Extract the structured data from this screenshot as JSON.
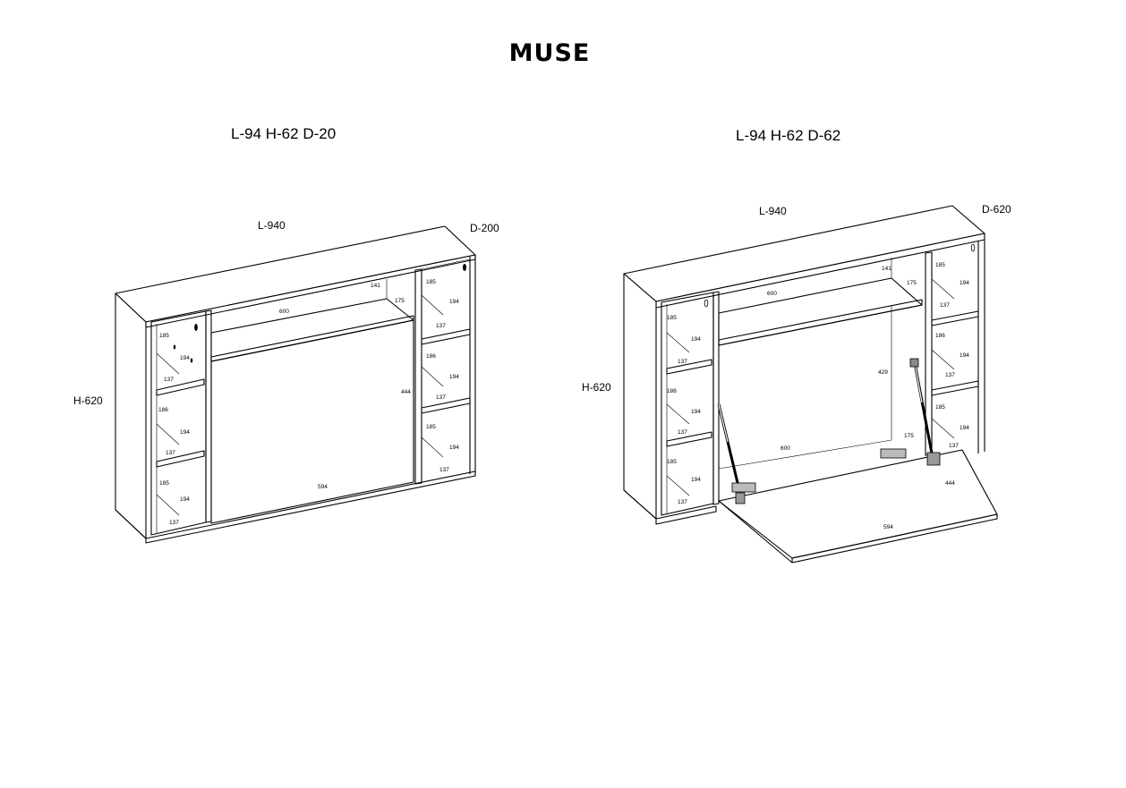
{
  "title": "MUSE",
  "closed": {
    "caption": "L-94 H-62 D-20",
    "length_label": "L-940",
    "depth_label": "D-200",
    "height_label": "H-620",
    "dims": {
      "top_width": "600",
      "left_shelf_top": "141",
      "front_height": "175",
      "panel_height": "444",
      "panel_width": "594",
      "left_col": [
        "185",
        "194",
        "137",
        "186",
        "194",
        "137",
        "185",
        "194",
        "137"
      ],
      "right_col": [
        "185",
        "194",
        "137",
        "186",
        "194",
        "137",
        "185",
        "194",
        "137"
      ]
    }
  },
  "open": {
    "caption": "L-94 H-62 D-62",
    "length_label": "L-940",
    "depth_label": "D-620",
    "height_label": "H-620",
    "dims": {
      "top_width": "600",
      "left_shelf_top": "141",
      "front_height": "175",
      "inner_height": "429",
      "desk_width": "600",
      "desk_depth": "175",
      "flap_depth": "444",
      "flap_width": "594",
      "left_col": [
        "185",
        "194",
        "137",
        "186",
        "194",
        "137",
        "185",
        "194",
        "137"
      ],
      "right_col": [
        "185",
        "194",
        "137",
        "186",
        "194",
        "137",
        "185",
        "194",
        "137"
      ]
    }
  }
}
